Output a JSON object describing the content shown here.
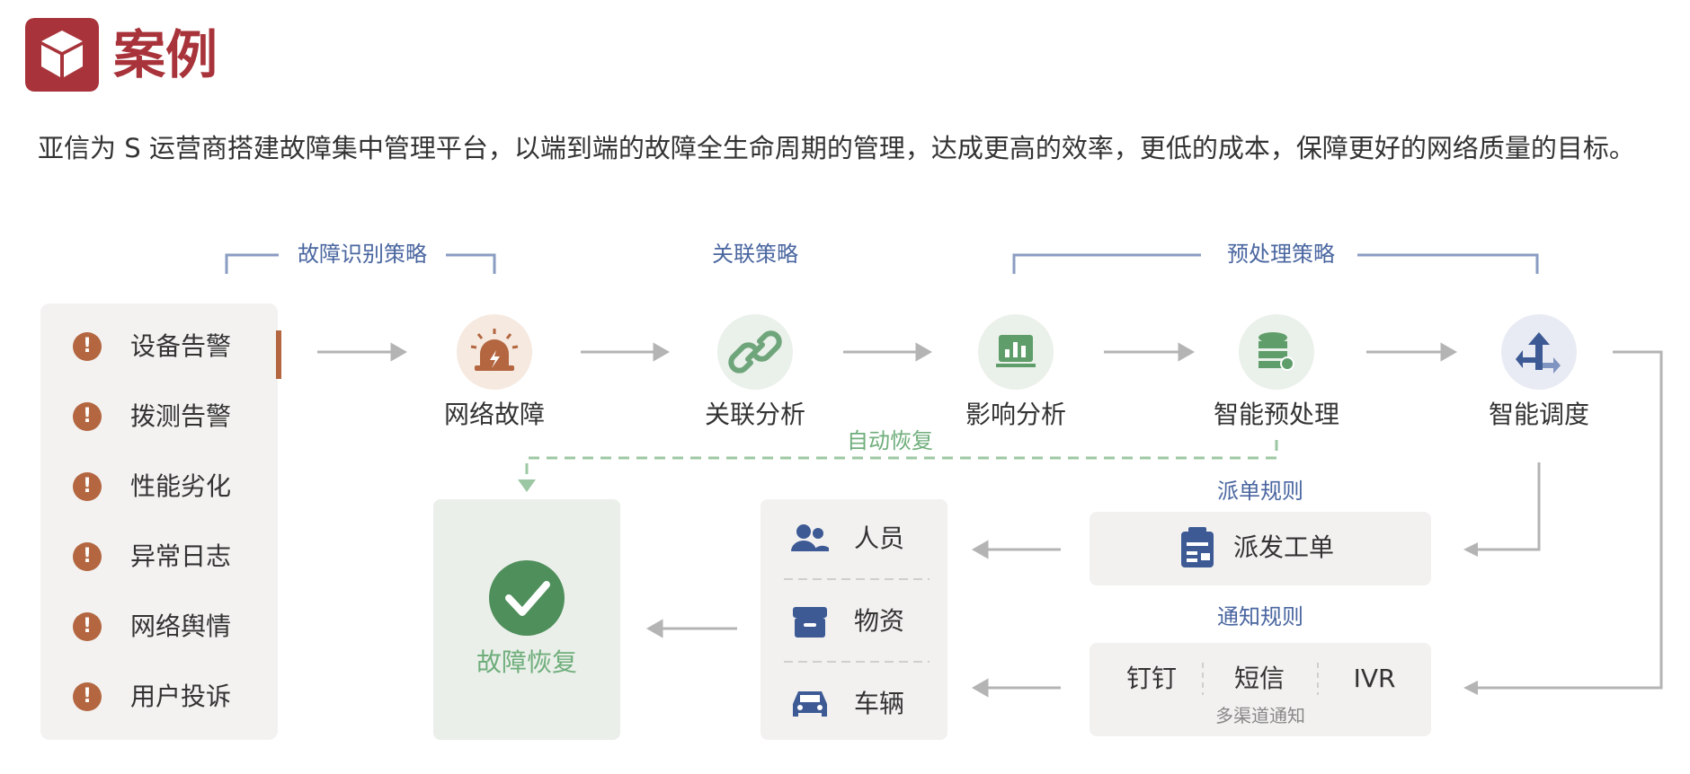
{
  "header": {
    "title": "案例"
  },
  "intro": "亚信为 S 运营商搭建故障集中管理平台，以端到端的故障全生命周期的管理，达成更高的效率，更低的成本，保障更好的网络质量的目标。",
  "strategies": {
    "identify": "故障识别策略",
    "correlate": "关联策略",
    "preprocess": "预处理策略"
  },
  "alerts": [
    {
      "label": "设备告警",
      "icon": "exclamation-icon"
    },
    {
      "label": "拨测告警",
      "icon": "exclamation-icon"
    },
    {
      "label": "性能劣化",
      "icon": "exclamation-icon"
    },
    {
      "label": "异常日志",
      "icon": "exclamation-icon"
    },
    {
      "label": "网络舆情",
      "icon": "exclamation-icon"
    },
    {
      "label": "用户投诉",
      "icon": "exclamation-icon"
    }
  ],
  "alert_icon_glyph": "!",
  "nodes": {
    "network_fault": "网络故障",
    "correlation": "关联分析",
    "impact": "影响分析",
    "preprocess": "智能预处理",
    "dispatch": "智能调度"
  },
  "auto_recover": "自动恢复",
  "recovered": "故障恢复",
  "resources": [
    {
      "label": "人员",
      "icon": "people-icon"
    },
    {
      "label": "物资",
      "icon": "box-icon"
    },
    {
      "label": "车辆",
      "icon": "car-icon"
    }
  ],
  "dispatch_rule": "派单规则",
  "ticket": "派发工单",
  "notify_rule": "通知规则",
  "channels": [
    "钉钉",
    "短信",
    "IVR"
  ],
  "channels_caption": "多渠道通知",
  "colors": {
    "brand": "#a8333a",
    "alert": "#b3663f",
    "strategy_blue": "#4a66a0",
    "recover_green": "#5f9e6a"
  }
}
